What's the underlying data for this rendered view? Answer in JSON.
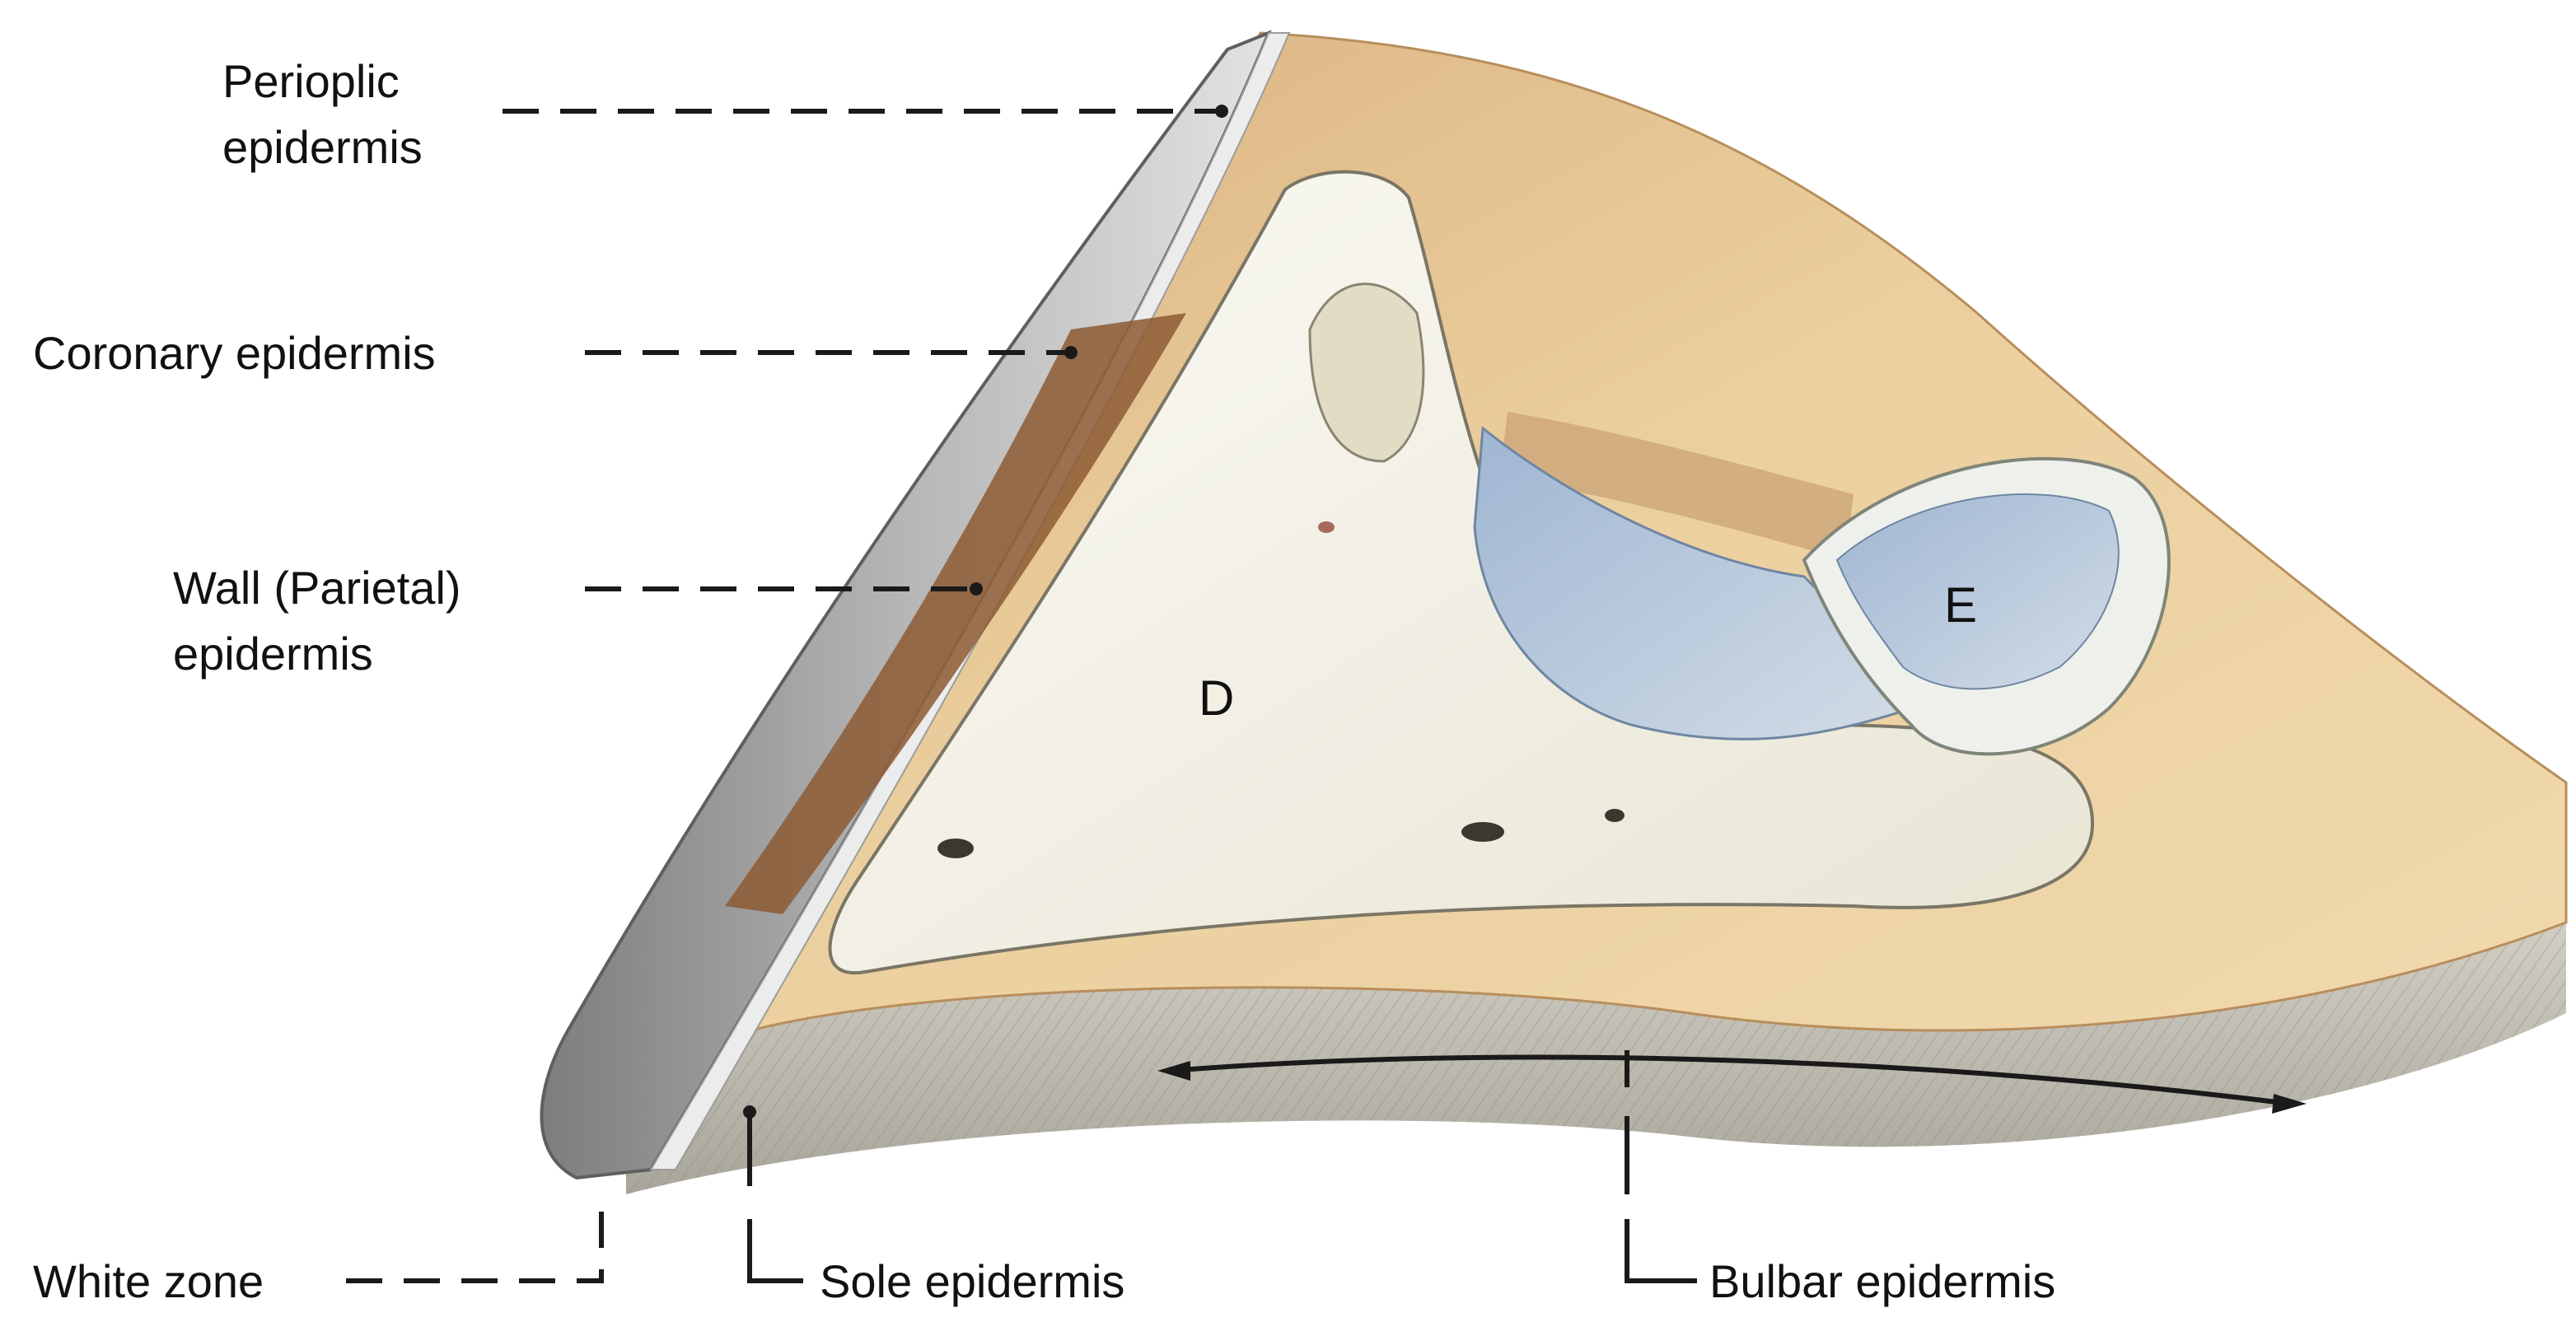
{
  "diagram": {
    "labels": {
      "periople_line1": "Perioplic",
      "periople_line2": "epidermis",
      "coronary": "Coronary epidermis",
      "wall_line1": "Wall (Parietal)",
      "wall_line2": "epidermis",
      "white_zone": "White zone",
      "sole": "Sole epidermis",
      "bulbar": "Bulbar epidermis"
    },
    "bone_letters": {
      "distal_phalanx": "D",
      "navicular": "E"
    },
    "colors": {
      "hoof_wall": "#a4a4a4",
      "hoof_wall_light": "#d7d7d7",
      "laminae": "#8a5a34",
      "corium": "#e6c590",
      "corium_dark": "#cfa06a",
      "bone": "#f4f1e6",
      "cartilage": "#b8c9de",
      "sole": "#c4c0b6",
      "leader_line": "#1a1a1a"
    }
  }
}
